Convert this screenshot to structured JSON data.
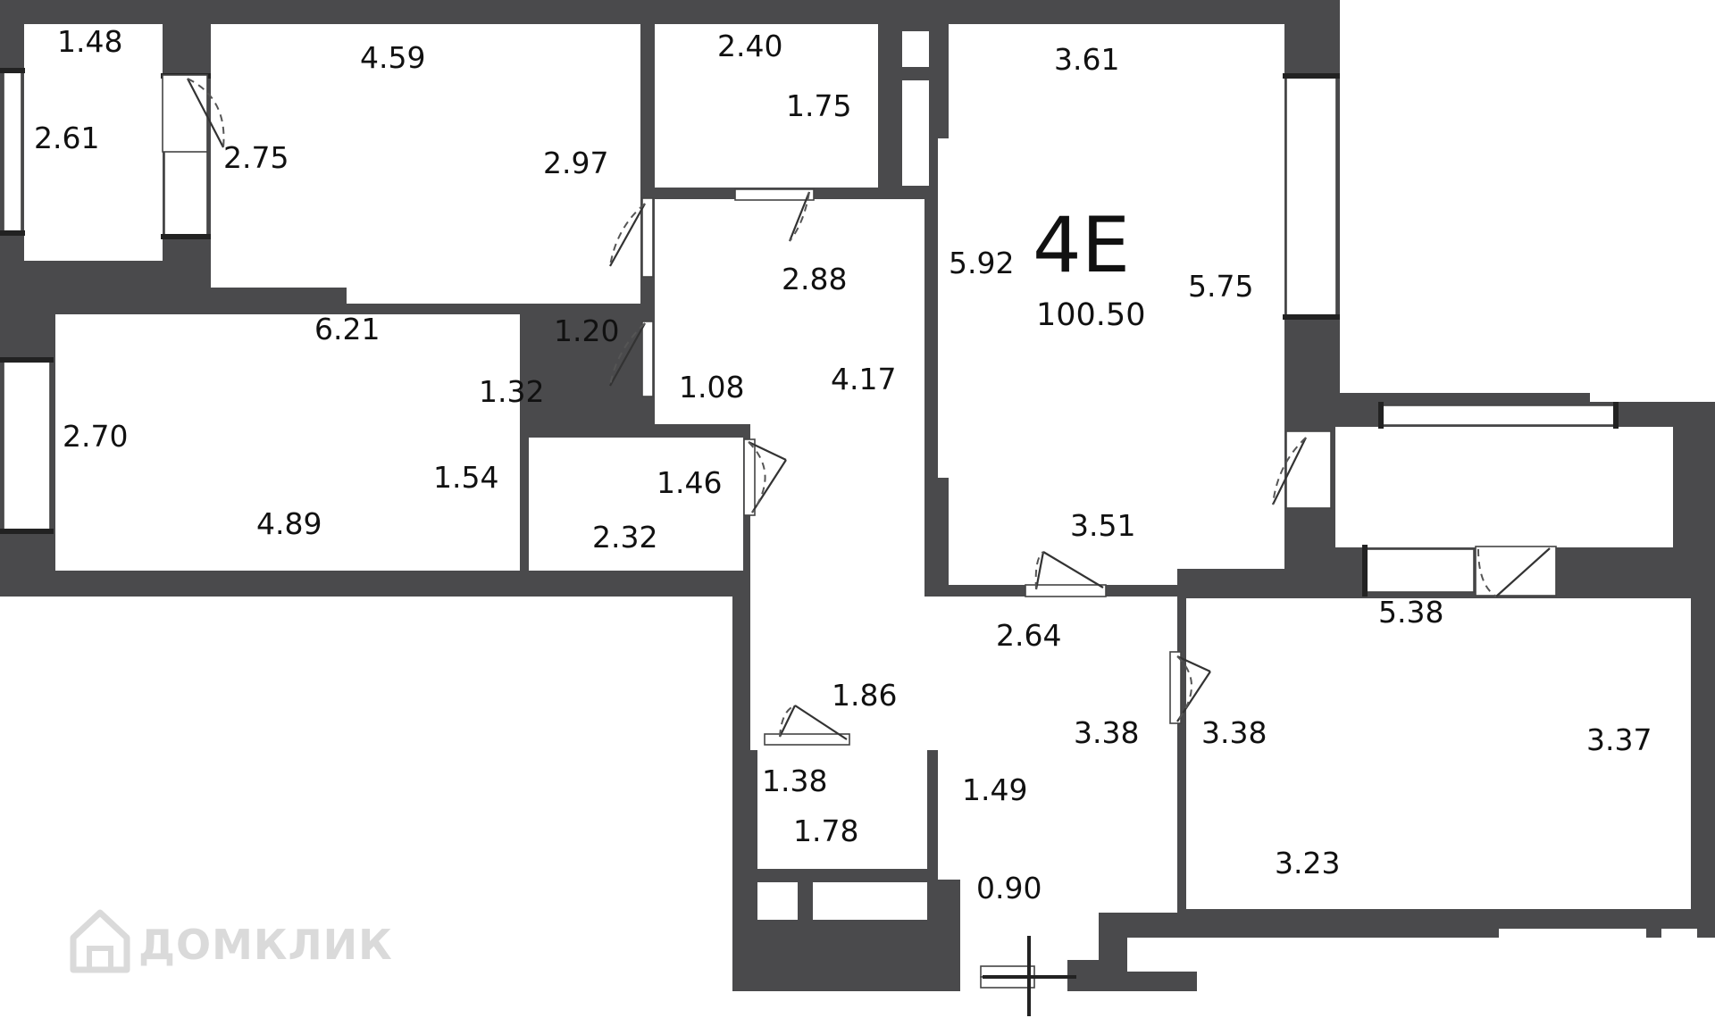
{
  "plan": {
    "unit_label": "4E",
    "total_area": "100.50",
    "watermark_text": "ДОМКЛИК",
    "watermark_icon": "house-logo-icon",
    "colors": {
      "wall": "#4a4a4c",
      "background": "#ffffff",
      "text": "#111111"
    }
  },
  "rooms": {
    "loggia_west": {
      "top": "1.48",
      "side": "2.61",
      "inner": "2.75"
    },
    "bedroom_north": {
      "top": "4.59",
      "right": "2.97",
      "bottom": "6.21"
    },
    "bathroom_north": {
      "top": "2.40",
      "right": "1.75"
    },
    "corridor": {
      "a": "2.88",
      "b": "1.20",
      "c": "1.32",
      "d": "1.08",
      "e": "4.17"
    },
    "bedroom_west": {
      "side": "2.70",
      "right": "1.54",
      "bottom": "4.89"
    },
    "wardrobe": {
      "top": "1.46",
      "bottom": "2.32"
    },
    "living_room": {
      "top": "3.61",
      "left": "5.92",
      "right": "5.75",
      "bottom": "3.51"
    },
    "hall": {
      "a": "2.64",
      "b": "1.86",
      "c": "3.38",
      "d": "1.49",
      "e": "0.90"
    },
    "storage": {
      "top": "1.38",
      "bottom": "1.78"
    },
    "kitchen": {
      "top": "5.38",
      "left": "3.38",
      "right": "3.37",
      "bottom": "3.23"
    }
  }
}
